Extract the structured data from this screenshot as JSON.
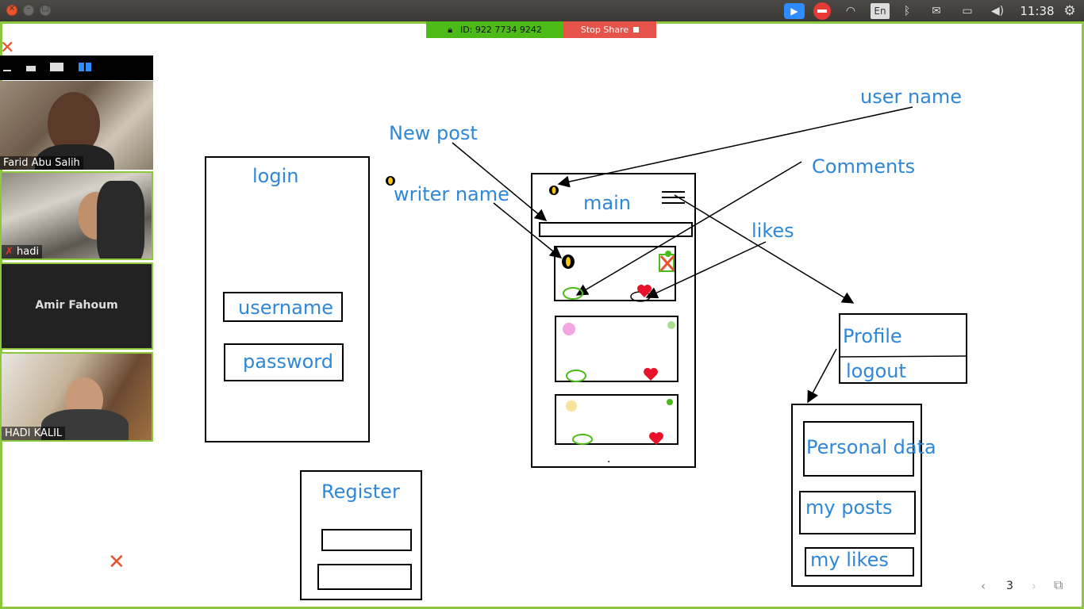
{
  "system_bar": {
    "lang": "En",
    "clock": "11:38",
    "tray_icons": [
      "zoom-icon",
      "do-not-disturb-icon",
      "wifi-icon",
      "keyboard-language-icon",
      "bluetooth-icon",
      "mail-icon",
      "battery-icon",
      "volume-icon",
      "settings-gear-icon"
    ]
  },
  "share_bar": {
    "meeting_id": "ID: 922 7734 9242",
    "stop_share": "Stop Share"
  },
  "participants": [
    {
      "name": "Farid Abu Salih"
    },
    {
      "name": "hadi"
    },
    {
      "name": "Amir Fahoum"
    },
    {
      "name": "HADI KALIL"
    }
  ],
  "whiteboard": {
    "login_screen": {
      "title": "login",
      "username": "username",
      "password": "password"
    },
    "register_screen": {
      "title": "Register"
    },
    "main_screen": {
      "title": "main",
      "page_dot": "."
    },
    "annotations": {
      "new_post": "New post",
      "writer_name": "writer name",
      "user_name": "user name",
      "comments": "Comments",
      "likes": "likes"
    },
    "menu": {
      "profile": "Profile",
      "logout": "logout"
    },
    "profile_screen": {
      "personal_data": "Personal data",
      "my_posts": "my posts",
      "my_likes": "my likes"
    }
  },
  "pager": {
    "prev": "‹",
    "page": "3",
    "next": "›"
  },
  "colors": {
    "accent_text": "#2f87d8",
    "frame_border": "#8dc63f",
    "stop_share": "#e5534b",
    "meeting_id_bg": "#4cbb17"
  }
}
